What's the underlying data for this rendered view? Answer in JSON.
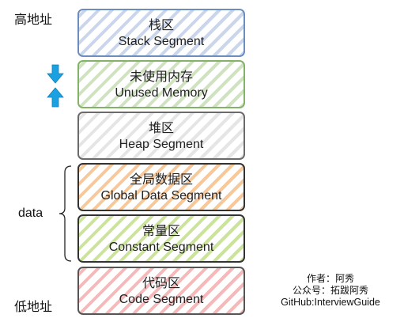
{
  "labels": {
    "high_address": "高地址",
    "low_address": "低地址",
    "data_group": "data"
  },
  "segments": [
    {
      "cn": "栈区",
      "en": "Stack Segment",
      "color": "#6c8ebf"
    },
    {
      "cn": "未使用内存",
      "en": "Unused Memory",
      "color": "#82b366"
    },
    {
      "cn": "堆区",
      "en": "Heap Segment",
      "color": "#6b6b6b"
    },
    {
      "cn": "全局数据区",
      "en": "Global Data Segment",
      "color": "#f7c99a"
    },
    {
      "cn": "常量区",
      "en": "Constant Segment",
      "color": "#cbe39a"
    },
    {
      "cn": "代码区",
      "en": "Code Segment",
      "color": "#f6b9b9"
    }
  ],
  "arrow_color": "#1ba1e2",
  "credits": {
    "author": "作者：阿秀",
    "account": "公众号：拓跋阿秀",
    "github": "GitHub:InterviewGuide"
  }
}
